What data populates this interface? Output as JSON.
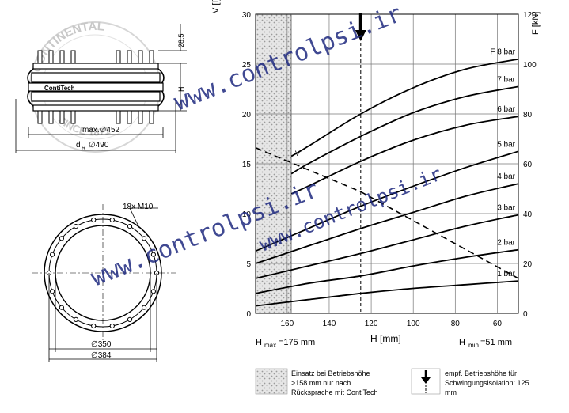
{
  "drawing": {
    "dim_top": "28.5",
    "dim_side": "H",
    "dim_max": "max.∅452",
    "dim_dr_prefix": "d",
    "dim_dr_sub": "R",
    "dim_dr_value": "∅490",
    "dim_bolts": "18x M10",
    "dim_inner": "∅350",
    "dim_outer": "∅384",
    "product_label": "ContiTech",
    "seal_top": "CONTINENTAL",
    "seal_bottom": "SINCE 1871"
  },
  "chart_data": {
    "type": "line",
    "xlabel": "H [mm]",
    "ylabel_left": "V [l]",
    "ylabel_right": "F [kN]",
    "x_ticks": [
      160,
      140,
      120,
      100,
      80,
      60
    ],
    "x_range": [
      175,
      50
    ],
    "y_left_ticks": [
      0,
      5,
      10,
      15,
      20,
      25,
      30
    ],
    "y_left_range": [
      0,
      30
    ],
    "y_right_ticks": [
      0,
      20,
      40,
      60,
      80,
      100,
      120
    ],
    "y_right_range": [
      0,
      120
    ],
    "h_max_label": "H",
    "h_max_sub": "max",
    "h_max_value": "=175 mm",
    "h_min_label": "H",
    "h_min_sub": "min",
    "h_min_value": "=51 mm",
    "volume_label": "V",
    "volume_curve": {
      "x": [
        175,
        125,
        50
      ],
      "y_left": [
        16.6,
        12.2,
        3.5
      ]
    },
    "operating_height_mm": 125,
    "hatched_region_start_mm": 158,
    "force_series": [
      {
        "name": "1 bar",
        "x": [
          175,
          150,
          125,
          100,
          75,
          50
        ],
        "y_kN": [
          3,
          5.5,
          8,
          10,
          11.5,
          13
        ]
      },
      {
        "name": "2 bar",
        "x": [
          175,
          150,
          125,
          100,
          75,
          50
        ],
        "y_kN": [
          8,
          12,
          15,
          19,
          22.5,
          25.5
        ]
      },
      {
        "name": "3 bar",
        "x": [
          175,
          150,
          125,
          100,
          75,
          50
        ],
        "y_kN": [
          14,
          19,
          24,
          29.5,
          35,
          39.5
        ]
      },
      {
        "name": "4 bar",
        "x": [
          175,
          150,
          125,
          100,
          75,
          50
        ],
        "y_kN": [
          20,
          27,
          34,
          40.5,
          47,
          52
        ]
      },
      {
        "name": "5 bar",
        "x": [
          175,
          150,
          125,
          100,
          75,
          50
        ],
        "y_kN": [
          25,
          34,
          43,
          51,
          58.5,
          65
        ]
      },
      {
        "name": "6 bar",
        "x": [
          158,
          150,
          125,
          100,
          75,
          50
        ],
        "y_kN": [
          48,
          51,
          61,
          69.5,
          75.5,
          79
        ]
      },
      {
        "name": "7 bar",
        "x": [
          158,
          150,
          125,
          100,
          75,
          50
        ],
        "y_kN": [
          56,
          60,
          71,
          80.5,
          87,
          91
        ]
      },
      {
        "name": "8 bar",
        "x": [
          158,
          150,
          125,
          100,
          75,
          50
        ],
        "y_kN": [
          63,
          67,
          80,
          90.5,
          98,
          102
        ]
      }
    ]
  },
  "legend": {
    "hatch_text_1": "Einsatz bei Betriebshöhe",
    "hatch_text_2": ">158 mm nur nach",
    "hatch_text_3": "Rücksprache mit ContiTech",
    "arrow_text_1": "empf. Betriebshöhe für",
    "arrow_text_2": "Schwingungsisolation: 125",
    "arrow_text_3": "mm"
  },
  "watermark": {
    "top": "www.controlpsi.ir",
    "middle": "www.controlpsi.ir",
    "bottom": "www.controlpsi.ir"
  }
}
